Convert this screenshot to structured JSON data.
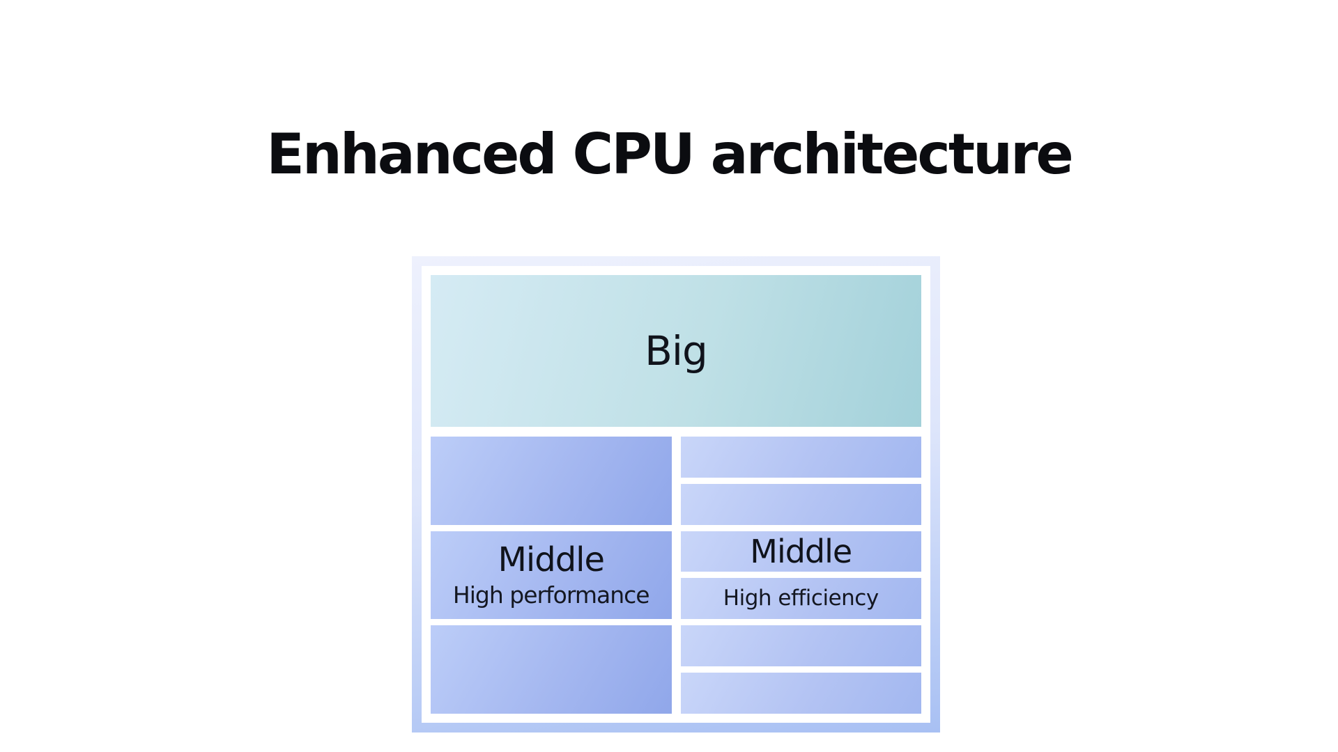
{
  "title": "Enhanced CPU architecture",
  "diagram": {
    "big": {
      "label": "Big"
    },
    "high_performance": {
      "label": "Middle",
      "sublabel": "High performance",
      "core_blocks": 3
    },
    "high_efficiency": {
      "label": "Middle",
      "sublabel": "High efficiency",
      "core_blocks": 6
    },
    "colors": {
      "background": "#ffffff",
      "text": "#10131b",
      "frame_gradient_start": "#eef1fd",
      "frame_gradient_end": "#a8c0f3",
      "big_gradient_start": "#d5ebf4",
      "big_gradient_end": "#a3d1da",
      "performance_gradient_start": "#bccdf8",
      "performance_gradient_end": "#90a7ea",
      "efficiency_gradient_start": "#c9d6f9",
      "efficiency_gradient_end": "#a2b7f0"
    }
  }
}
